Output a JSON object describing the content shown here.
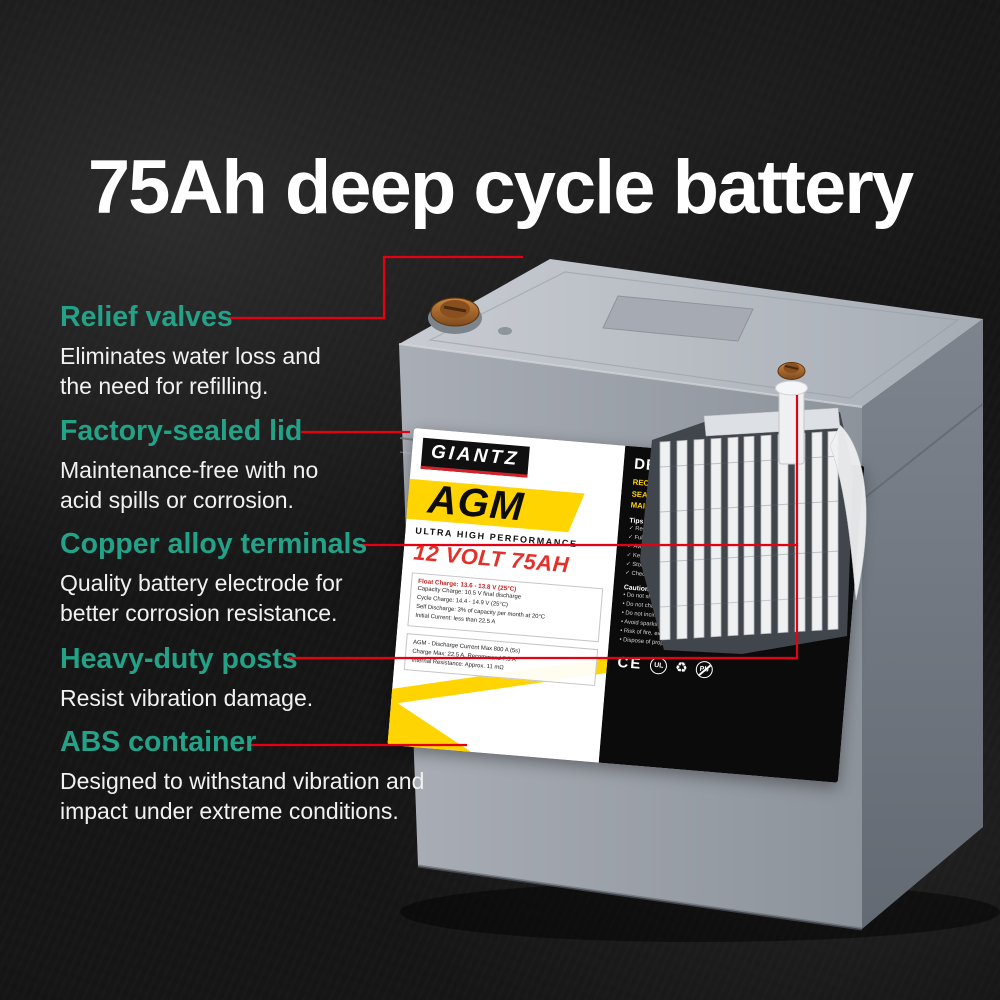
{
  "title": "75Ah deep cycle battery",
  "features": [
    {
      "heading": "Relief valves",
      "description": "Eliminates water loss and\nthe need for refilling."
    },
    {
      "heading": "Factory-sealed lid",
      "description": "Maintenance-free with no\nacid spills or corrosion."
    },
    {
      "heading": "Copper alloy terminals",
      "description": "Quality battery electrode for\nbetter corrosion resistance."
    },
    {
      "heading": "Heavy-duty posts",
      "description": "Resist vibration damage."
    },
    {
      "heading": "ABS container",
      "description": "Designed to withstand vibration and\nimpact under extreme conditions."
    }
  ],
  "battery": {
    "brand": "GIANTZ",
    "label": {
      "type": "AGM",
      "tagline": "ULTRA HIGH PERFORMANCE",
      "rating": "12 VOLT 75AH",
      "spec1_title": "Float Charge: 13.6 - 13.8 V (25°C)",
      "spec1_lines": "Capacity Charge: 10.5 V final discharge\nCycle Charge: 14.4 - 14.9 V (25°C)\nSelf Discharge: 3% of capacity per month at 20°C\nInitial Current: less than 22.5 A",
      "spec2_lines": "AGM - Discharge Current Max 800 A (5s)\nCharge Max: 22.5 A, Recommend 7.5 A\nInternal Resistance: Approx. 11 mΩ",
      "panel": {
        "heading": "DEEP CYCLE",
        "subheads": "RECHARGEABLE\nSEALED LEAD ACID BATTERY\nMAINTENANCE FREE",
        "tips_title": "Tips for charging:",
        "tips": "✓ Recharge fully after each use\n✓ Fully charge before first use\n✓ Avoid excessive discharge\n✓ Keep terminals clean and tight\n✓ Store in a cool, dry place\n✓ Check voltage regularly",
        "caution_title": "Caution:",
        "caution": "• Do not short circuit terminals\n• Do not charge in a gas-tight container\n• Do not incinerate or disassemble\n• Avoid sparks and open flame\n• Risk of fire, explosion or burns\n• Dispose of properly per local regulations",
        "certs": {
          "ce": "CE",
          "ul": "UL",
          "recycle": "♻",
          "pb": "Pb"
        }
      }
    }
  },
  "colors": {
    "accent_teal": "#23a287",
    "callout_red": "#e60012",
    "label_yellow": "#ffd400",
    "rating_red": "#e4302b",
    "copper": "#b97333",
    "battery_gray": "#9aa0a8"
  }
}
